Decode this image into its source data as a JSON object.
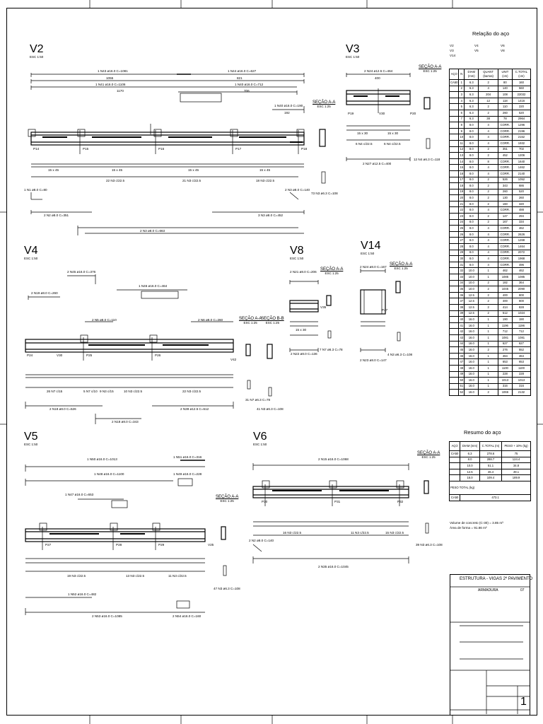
{
  "sheet": {
    "title_block": {
      "title": "ESTRUTURA - VIGAS 2º PAVIMENTO",
      "subtitle": "ARMADURA",
      "sheet_no": "07",
      "page": "1"
    }
  },
  "beams": {
    "v2": {
      "name": "V2",
      "scale": "ESC 1:50",
      "bars_top": [
        "1 N43 ø16.0  C=1081",
        "1 N44 ø16.0  C=627",
        "1 N41 ø16.0  C=1106",
        "1 N40 ø16.0  C=712",
        "1 N40 ø16.0  C=190"
      ],
      "dims": [
        "1055",
        "821",
        "1170",
        "706",
        "192"
      ],
      "supports": [
        "P14",
        "P15",
        "P16",
        "P17",
        "P18"
      ],
      "spans": [
        "15 x 45",
        "15 x 45",
        "15 x 45",
        "15 x 45"
      ],
      "stirrups": [
        "22 N3 c/22.5",
        "21 N3 c/22.5",
        "18 N3 c/22.5"
      ],
      "bottom": [
        "1 N1 ø8.0  C=80",
        "2 N2 ø8.0  C=351",
        "2 N3 ø8.0  C=140",
        "3 N3 ø8.0  C=452",
        "2 N3 ø8.0  C=663",
        "73 N3 ø6.3  C=108"
      ],
      "section": "SEÇÃO A-A",
      "section_scale": "ESC 1:25"
    },
    "v3": {
      "name": "V3",
      "scale": "ESC 1:50",
      "top": "2 N24 ø12.5  C=464",
      "dim": "400",
      "supports": [
        "P19",
        "V30",
        "P20"
      ],
      "spans": [
        "15 x 30",
        "15 x 30"
      ],
      "stirrups": [
        "6 N4 c/22.5",
        "6 N4 c/22.5"
      ],
      "bottom": "2 N27 ø12.5  C=400",
      "stirrup_total": "12 N4 ø6.3  C=118",
      "section": "SEÇÃO A-A",
      "section_scale": "ESC 1:25"
    },
    "v4": {
      "name": "V4",
      "scale": "ESC 1:50",
      "bars": [
        "2 N45 ø16.0  C=376",
        "2 N19 ø8.0  C=260",
        "1 N46 ø16.0  C=464",
        "2 N5 ø8.0  C=110",
        "2 N6 ø8.0  C=260"
      ],
      "supports": [
        "P24",
        "V30",
        "P25",
        "P26",
        "V42"
      ],
      "bottom": [
        "26 N7 c/15",
        "5 N7 c/10",
        "9 N3 c/15",
        "10 N3 c/22.5",
        "22 N3 c/22.5",
        "2 N18 ø8.0  C=526",
        "2 N18 ø8.0  C=343",
        "2 N39 ø12.5  C=512"
      ],
      "totals": [
        "31 N7 ø6.3  C=78",
        "41 N3 ø6.3  C=108"
      ],
      "section_a": "SEÇÃO A-A",
      "section_b": "SEÇÃO B-B",
      "section_scale": "ESC 1:25"
    },
    "v8": {
      "name": "V8",
      "scale": "ESC 1:50",
      "top": "2 N21 ø8.0  C=206",
      "support": "V35",
      "span": "15 x 30",
      "bottom": "2 N22 ø8.0  C=136",
      "total": "7 N7 ø6.3  C=78",
      "section": "SEÇÃO A-A",
      "section_scale": "ESC 1:25"
    },
    "v14": {
      "name": "V14",
      "scale": "ESC 1:50",
      "top": "2 N24 ø8.0  C=167",
      "support": "P47",
      "bottom": "2 N23 ø8.0  C=147",
      "total": "4 N3 ø6.3  C=108",
      "section": "SEÇÃO A-A",
      "section_scale": "ESC 1:25"
    },
    "v5": {
      "name": "V5",
      "scale": "ESC 1:50",
      "bars": [
        "1 N50 ø16.0  C=1013",
        "1 N51 ø16.0  C=316",
        "1 N48 ø16.0  C=1100",
        "1 N49 ø16.0  C=228",
        "1 N47 ø16.0  C=653",
        "1 N52 ø16.0  C=482"
      ],
      "supports": [
        "P27",
        "P28",
        "P29",
        "V25"
      ],
      "stirrups": [
        "19 N3 c/22.5",
        "13 N3 c/22.5",
        "11 N3 c/22.5"
      ],
      "bottom": [
        "2 N53 ø16.0  C=1085",
        "2 N54 ø16.0  C=160",
        "47 N3 ø6.3  C=108"
      ],
      "section": "SEÇÃO A-A",
      "section_scale": "ESC 1:25"
    },
    "v6": {
      "name": "V6",
      "scale": "ESC 1:50",
      "top": "2 N15 ø16.0  C=1068",
      "supports": [
        "P30",
        "P31",
        "P32"
      ],
      "stirrups": [
        "16 N3 c/22.5",
        "11 N3 c/22.5",
        "15 N3 c/22.5"
      ],
      "bottom": [
        "2 N2 ø8.0  C=140",
        "2 N35 ø16.0  C=1045",
        "39 N3 ø6.3  C=108"
      ],
      "section": "SEÇÃO A-A",
      "section_scale": "ESC 1:25"
    }
  },
  "steel_list": {
    "title": "Relação do aço",
    "beams_header": [
      "V2",
      "V3",
      "V4",
      "V5",
      "V6",
      "V8",
      "V14"
    ],
    "columns": [
      "AÇO",
      "N",
      "DIAM (mm)",
      "QUANT (barras)",
      "UNIT (cm)",
      "C.TOTAL (cm)"
    ],
    "rows": [
      [
        "CA50",
        "1",
        "6.3",
        "2",
        "80",
        "160"
      ],
      [
        "",
        "2",
        "6.3",
        "4",
        "140",
        "560"
      ],
      [
        "",
        "3",
        "6.3",
        "204",
        "108",
        "22032"
      ],
      [
        "",
        "4",
        "6.3",
        "12",
        "118",
        "1416"
      ],
      [
        "",
        "5",
        "6.3",
        "2",
        "110",
        "220"
      ],
      [
        "",
        "6",
        "6.3",
        "2",
        "260",
        "520"
      ],
      [
        "",
        "7",
        "6.3",
        "38",
        "78",
        "2964"
      ],
      [
        "",
        "8",
        "8.0",
        "4",
        "CORR.",
        "1296"
      ],
      [
        "",
        "9",
        "8.0",
        "4",
        "CORR.",
        "2196"
      ],
      [
        "",
        "10",
        "8.0",
        "4",
        "CORR.",
        "2152"
      ],
      [
        "",
        "11",
        "8.0",
        "4",
        "CORR.",
        "1932"
      ],
      [
        "",
        "12",
        "8.0",
        "2",
        "351",
        "702"
      ],
      [
        "",
        "13",
        "8.0",
        "2",
        "452",
        "1206"
      ],
      [
        "",
        "14",
        "8.0",
        "8",
        "CORR.",
        "1640"
      ],
      [
        "",
        "15",
        "8.0",
        "4",
        "CORR.",
        "1462"
      ],
      [
        "",
        "16",
        "8.0",
        "4",
        "CORR.",
        "2140"
      ],
      [
        "",
        "17",
        "8.0",
        "2",
        "526",
        "1052"
      ],
      [
        "",
        "18",
        "8.0",
        "2",
        "343",
        "686"
      ],
      [
        "",
        "19",
        "8.0",
        "2",
        "260",
        "520"
      ],
      [
        "",
        "20",
        "8.0",
        "2",
        "130",
        "260"
      ],
      [
        "",
        "21",
        "8.0",
        "2",
        "160",
        "320"
      ],
      [
        "",
        "22",
        "8.0",
        "4",
        "CORR.",
        "488"
      ],
      [
        "",
        "23",
        "8.0",
        "2",
        "147",
        "294"
      ],
      [
        "",
        "24",
        "8.0",
        "2",
        "167",
        "334"
      ],
      [
        "",
        "25",
        "8.0",
        "4",
        "CORR.",
        "462"
      ],
      [
        "",
        "26",
        "8.0",
        "4",
        "CORR.",
        "2626"
      ],
      [
        "",
        "27",
        "8.0",
        "4",
        "CORR.",
        "1268"
      ],
      [
        "",
        "28",
        "8.0",
        "4",
        "CORR.",
        "1464"
      ],
      [
        "",
        "29",
        "8.0",
        "4",
        "CORR.",
        "2072"
      ],
      [
        "",
        "30",
        "8.0",
        "4",
        "CORR.",
        "1968"
      ],
      [
        "",
        "31",
        "8.0",
        "4",
        "CORR.",
        "496"
      ],
      [
        "",
        "32",
        "10.0",
        "1",
        "462",
        "462"
      ],
      [
        "",
        "33",
        "10.0",
        "1",
        "1085",
        "1085"
      ],
      [
        "",
        "34",
        "10.0",
        "2",
        "182",
        "364"
      ],
      [
        "",
        "35",
        "10.0",
        "2",
        "1045",
        "2090"
      ],
      [
        "",
        "36",
        "12.5",
        "2",
        "400",
        "800"
      ],
      [
        "",
        "37",
        "12.5",
        "2",
        "400",
        "800"
      ],
      [
        "",
        "38",
        "12.5",
        "2",
        "414",
        "828"
      ],
      [
        "",
        "39",
        "12.5",
        "2",
        "512",
        "1024"
      ],
      [
        "",
        "40",
        "16.0",
        "1",
        "190",
        "190"
      ],
      [
        "",
        "41",
        "16.0",
        "1",
        "1196",
        "1196"
      ],
      [
        "",
        "42",
        "16.0",
        "1",
        "712",
        "712"
      ],
      [
        "",
        "43",
        "16.0",
        "1",
        "1081",
        "1081"
      ],
      [
        "",
        "44",
        "16.0",
        "1",
        "627",
        "627"
      ],
      [
        "",
        "45",
        "16.0",
        "2",
        "276",
        "552"
      ],
      [
        "",
        "46",
        "16.0",
        "1",
        "464",
        "464"
      ],
      [
        "",
        "47",
        "16.0",
        "1",
        "653",
        "653"
      ],
      [
        "",
        "48",
        "16.0",
        "1",
        "1100",
        "1100"
      ],
      [
        "",
        "49",
        "16.0",
        "1",
        "228",
        "228"
      ],
      [
        "",
        "50",
        "16.0",
        "1",
        "1013",
        "1013"
      ],
      [
        "",
        "51",
        "16.0",
        "1",
        "316",
        "316"
      ],
      [
        "",
        "52",
        "16.0",
        "2",
        "1066",
        "2132"
      ]
    ]
  },
  "summary": {
    "title": "Resumo do aço",
    "columns": [
      "AÇO",
      "DIAM (mm)",
      "C.TOTAL (m)",
      "PESO + 10% (kg)"
    ],
    "rows": [
      [
        "CA50",
        "6.3",
        "278.6",
        "75"
      ],
      [
        "",
        "8.0",
        "288.7",
        "124.4"
      ],
      [
        "",
        "10.0",
        "51.1",
        "34.8"
      ],
      [
        "",
        "12.5",
        "46.4",
        "49.1"
      ],
      [
        "",
        "16.0",
        "109.4",
        "189.9"
      ]
    ],
    "total_label": "PESO TOTAL (kg)",
    "total_row": [
      "CA50",
      "473.1"
    ],
    "notes": [
      "Volume de concreto (C-30) = 3.85 m³",
      "Área de forma = 91.66 m²"
    ]
  }
}
